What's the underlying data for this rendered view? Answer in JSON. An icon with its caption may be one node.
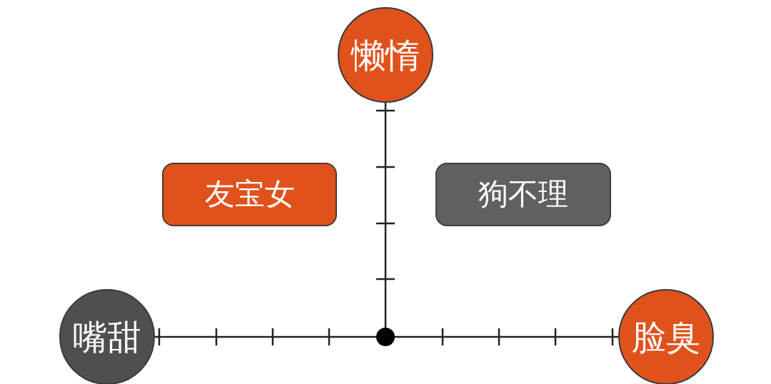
{
  "diagram": {
    "nodes": [
      {
        "text": [
          "懒惰"
        ]
      },
      {
        "text": [
          "友宝女"
        ]
      },
      {
        "text": [
          "狗不理"
        ]
      },
      {
        "text": [
          "嘴甜"
        ]
      },
      {
        "text": [
          "脸臭"
        ]
      }
    ]
  }
}
